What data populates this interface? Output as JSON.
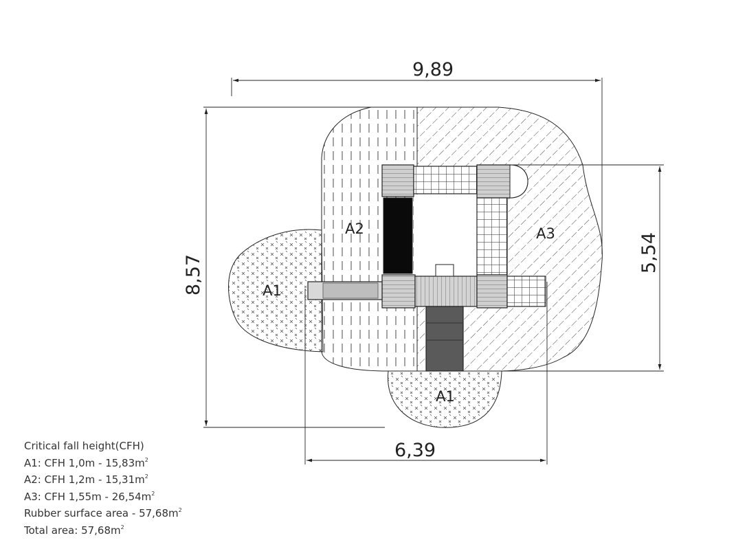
{
  "dimensions": {
    "overall_width": "9,89",
    "overall_height": "8,57",
    "structure_height": "5,54",
    "structure_width": "6,39"
  },
  "zones": {
    "a1_left": "A1",
    "a1_bottom": "A1",
    "a2": "A2",
    "a3": "A3"
  },
  "legend": {
    "title": "Critical fall height(CFH)",
    "rows": [
      {
        "text": "A1: CFH 1,0m - 15,83m",
        "sup": "2"
      },
      {
        "text": "A2: CFH 1,2m - 15,31m",
        "sup": "2"
      },
      {
        "text": "A3: CFH 1,55m - 26,54m",
        "sup": "2"
      },
      {
        "text": "Rubber surface area - 57,68m",
        "sup": "2"
      },
      {
        "text": "Total area: 57,68m",
        "sup": "2"
      }
    ]
  }
}
